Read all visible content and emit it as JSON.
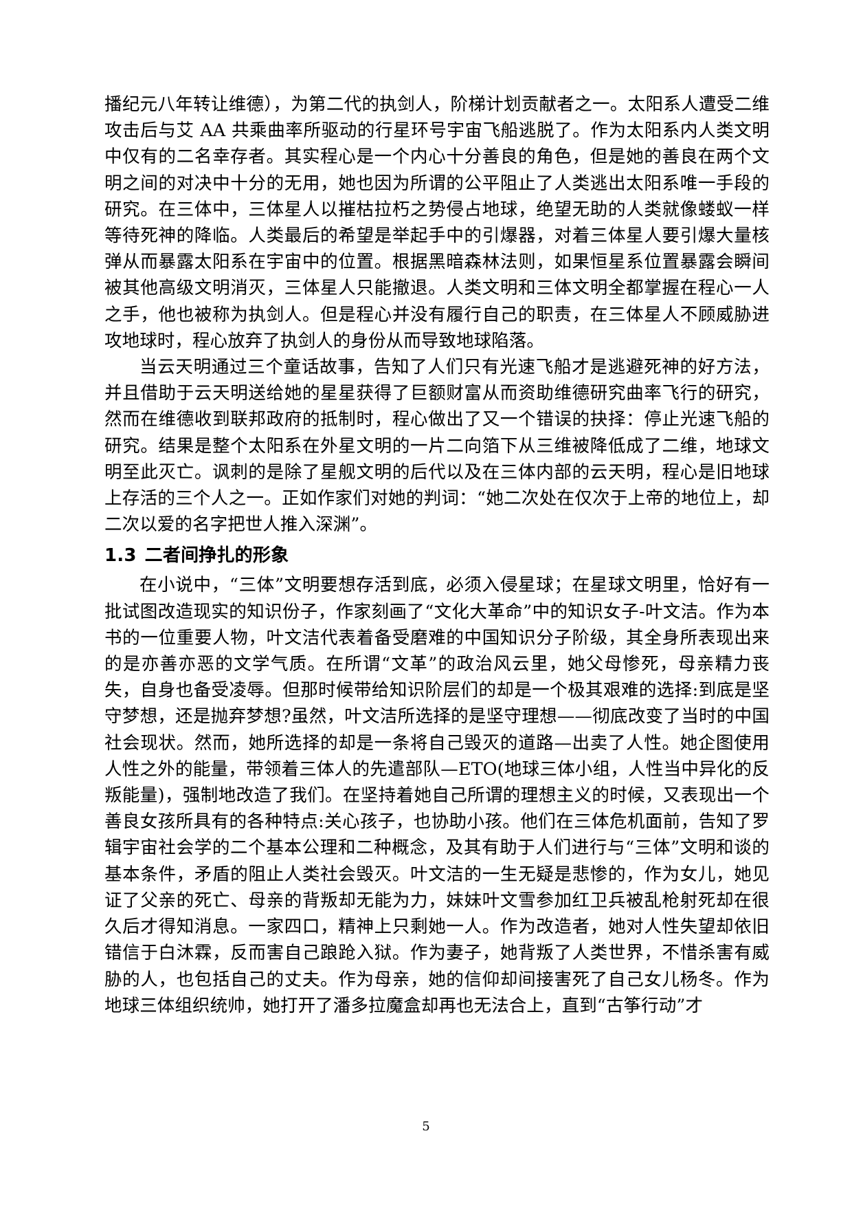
{
  "document": {
    "page_number": "5",
    "body": [
      {
        "id": "para-1",
        "type": "paragraph",
        "indent": false,
        "text": "播纪元八年转让维德），为第二代的执剑人，阶梯计划贡献者之一。太阳系人遭受二维攻击后与艾 AA 共乘曲率所驱动的行星环号宇宙飞船逃脱了。作为太阳系内人类文明中仅有的二名幸存者。其实程心是一个内心十分善良的角色，但是她的善良在两个文明之间的对决中十分的无用，她也因为所谓的公平阻止了人类逃出太阳系唯一手段的研究。在三体中，三体星人以摧枯拉朽之势侵占地球，绝望无助的人类就像蝼蚁一样等待死神的降临。人类最后的希望是举起手中的引爆器，对着三体星人要引爆大量核弹从而暴露太阳系在宇宙中的位置。根据黑暗森林法则，如果恒星系位置暴露会瞬间被其他高级文明消灭，三体星人只能撤退。人类文明和三体文明全都掌握在程心一人之手，他也被称为执剑人。但是程心并没有履行自己的职责，在三体星人不顾威胁进攻地球时，程心放弃了执剑人的身份从而导致地球陷落。"
      },
      {
        "id": "para-2",
        "type": "paragraph",
        "indent": true,
        "text": "当云天明通过三个童话故事，告知了人们只有光速飞船才是逃避死神的好方法，并且借助于云天明送给她的星星获得了巨额财富从而资助维德研究曲率飞行的研究，然而在维德收到联邦政府的抵制时，程心做出了又一个错误的抉择：停止光速飞船的研究。结果是整个太阳系在外星文明的一片二向箔下从三维被降低成了二维，地球文明至此灭亡。讽刺的是除了星舰文明的后代以及在三体内部的云天明，程心是旧地球上存活的三个人之一。正如作家们对她的判词：“她二次处在仅次于上帝的地位上，却二次以爱的名字把世人推入深渊”。"
      }
    ],
    "heading": {
      "number": "1.3",
      "title": "二者间挣扎的形象"
    },
    "body_after_heading": [
      {
        "id": "para-3",
        "type": "paragraph",
        "indent": true,
        "text": "在小说中，“三体”文明要想存活到底，必须入侵星球；在星球文明里，恰好有一批试图改造现实的知识份子，作家刻画了“文化大革命”中的知识女子-叶文洁。作为本书的一位重要人物，叶文洁代表着备受磨难的中国知识分子阶级，其全身所表现出来的是亦善亦恶的文学气质。在所谓“文革”的政治风云里，她父母惨死，母亲精力丧失，自身也备受凌辱。但那时候带给知识阶层们的却是一个极其艰难的选择:到底是坚守梦想，还是抛弃梦想?虽然，叶文洁所选择的是坚守理想——彻底改变了当时的中国社会现状。然而，她所选择的却是一条将自己毁灭的道路—出卖了人性。她企图使用人性之外的能量，带领着三体人的先遣部队—ETO(地球三体小组，人性当中异化的反叛能量)，强制地改造了我们。在坚持着她自己所谓的理想主义的时候，又表现出一个善良女孩所具有的各种特点:关心孩子，也协助小孩。他们在三体危机面前，告知了罗辑宇宙社会学的二个基本公理和二种概念，及其有助于人们进行与“三体”文明和谈的基本条件，矛盾的阻止人类社会毁灭。叶文洁的一生无疑是悲惨的，作为女儿，她见证了父亲的死亡、母亲的背叛却无能为力，妹妹叶文雪参加红卫兵被乱枪射死却在很久后才得知消息。一家四口，精神上只剩她一人。作为改造者，她对人性失望却依旧错信于白沐霖，反而害自己踉跄入狱。作为妻子，她背叛了人类世界，不惜杀害有威胁的人，也包括自己的丈夫。作为母亲，她的信仰却间接害死了自己女儿杨冬。作为地球三体组织统帅，她打开了潘多拉魔盒却再也无法合上，直到“古筝行动”才"
      }
    ]
  }
}
